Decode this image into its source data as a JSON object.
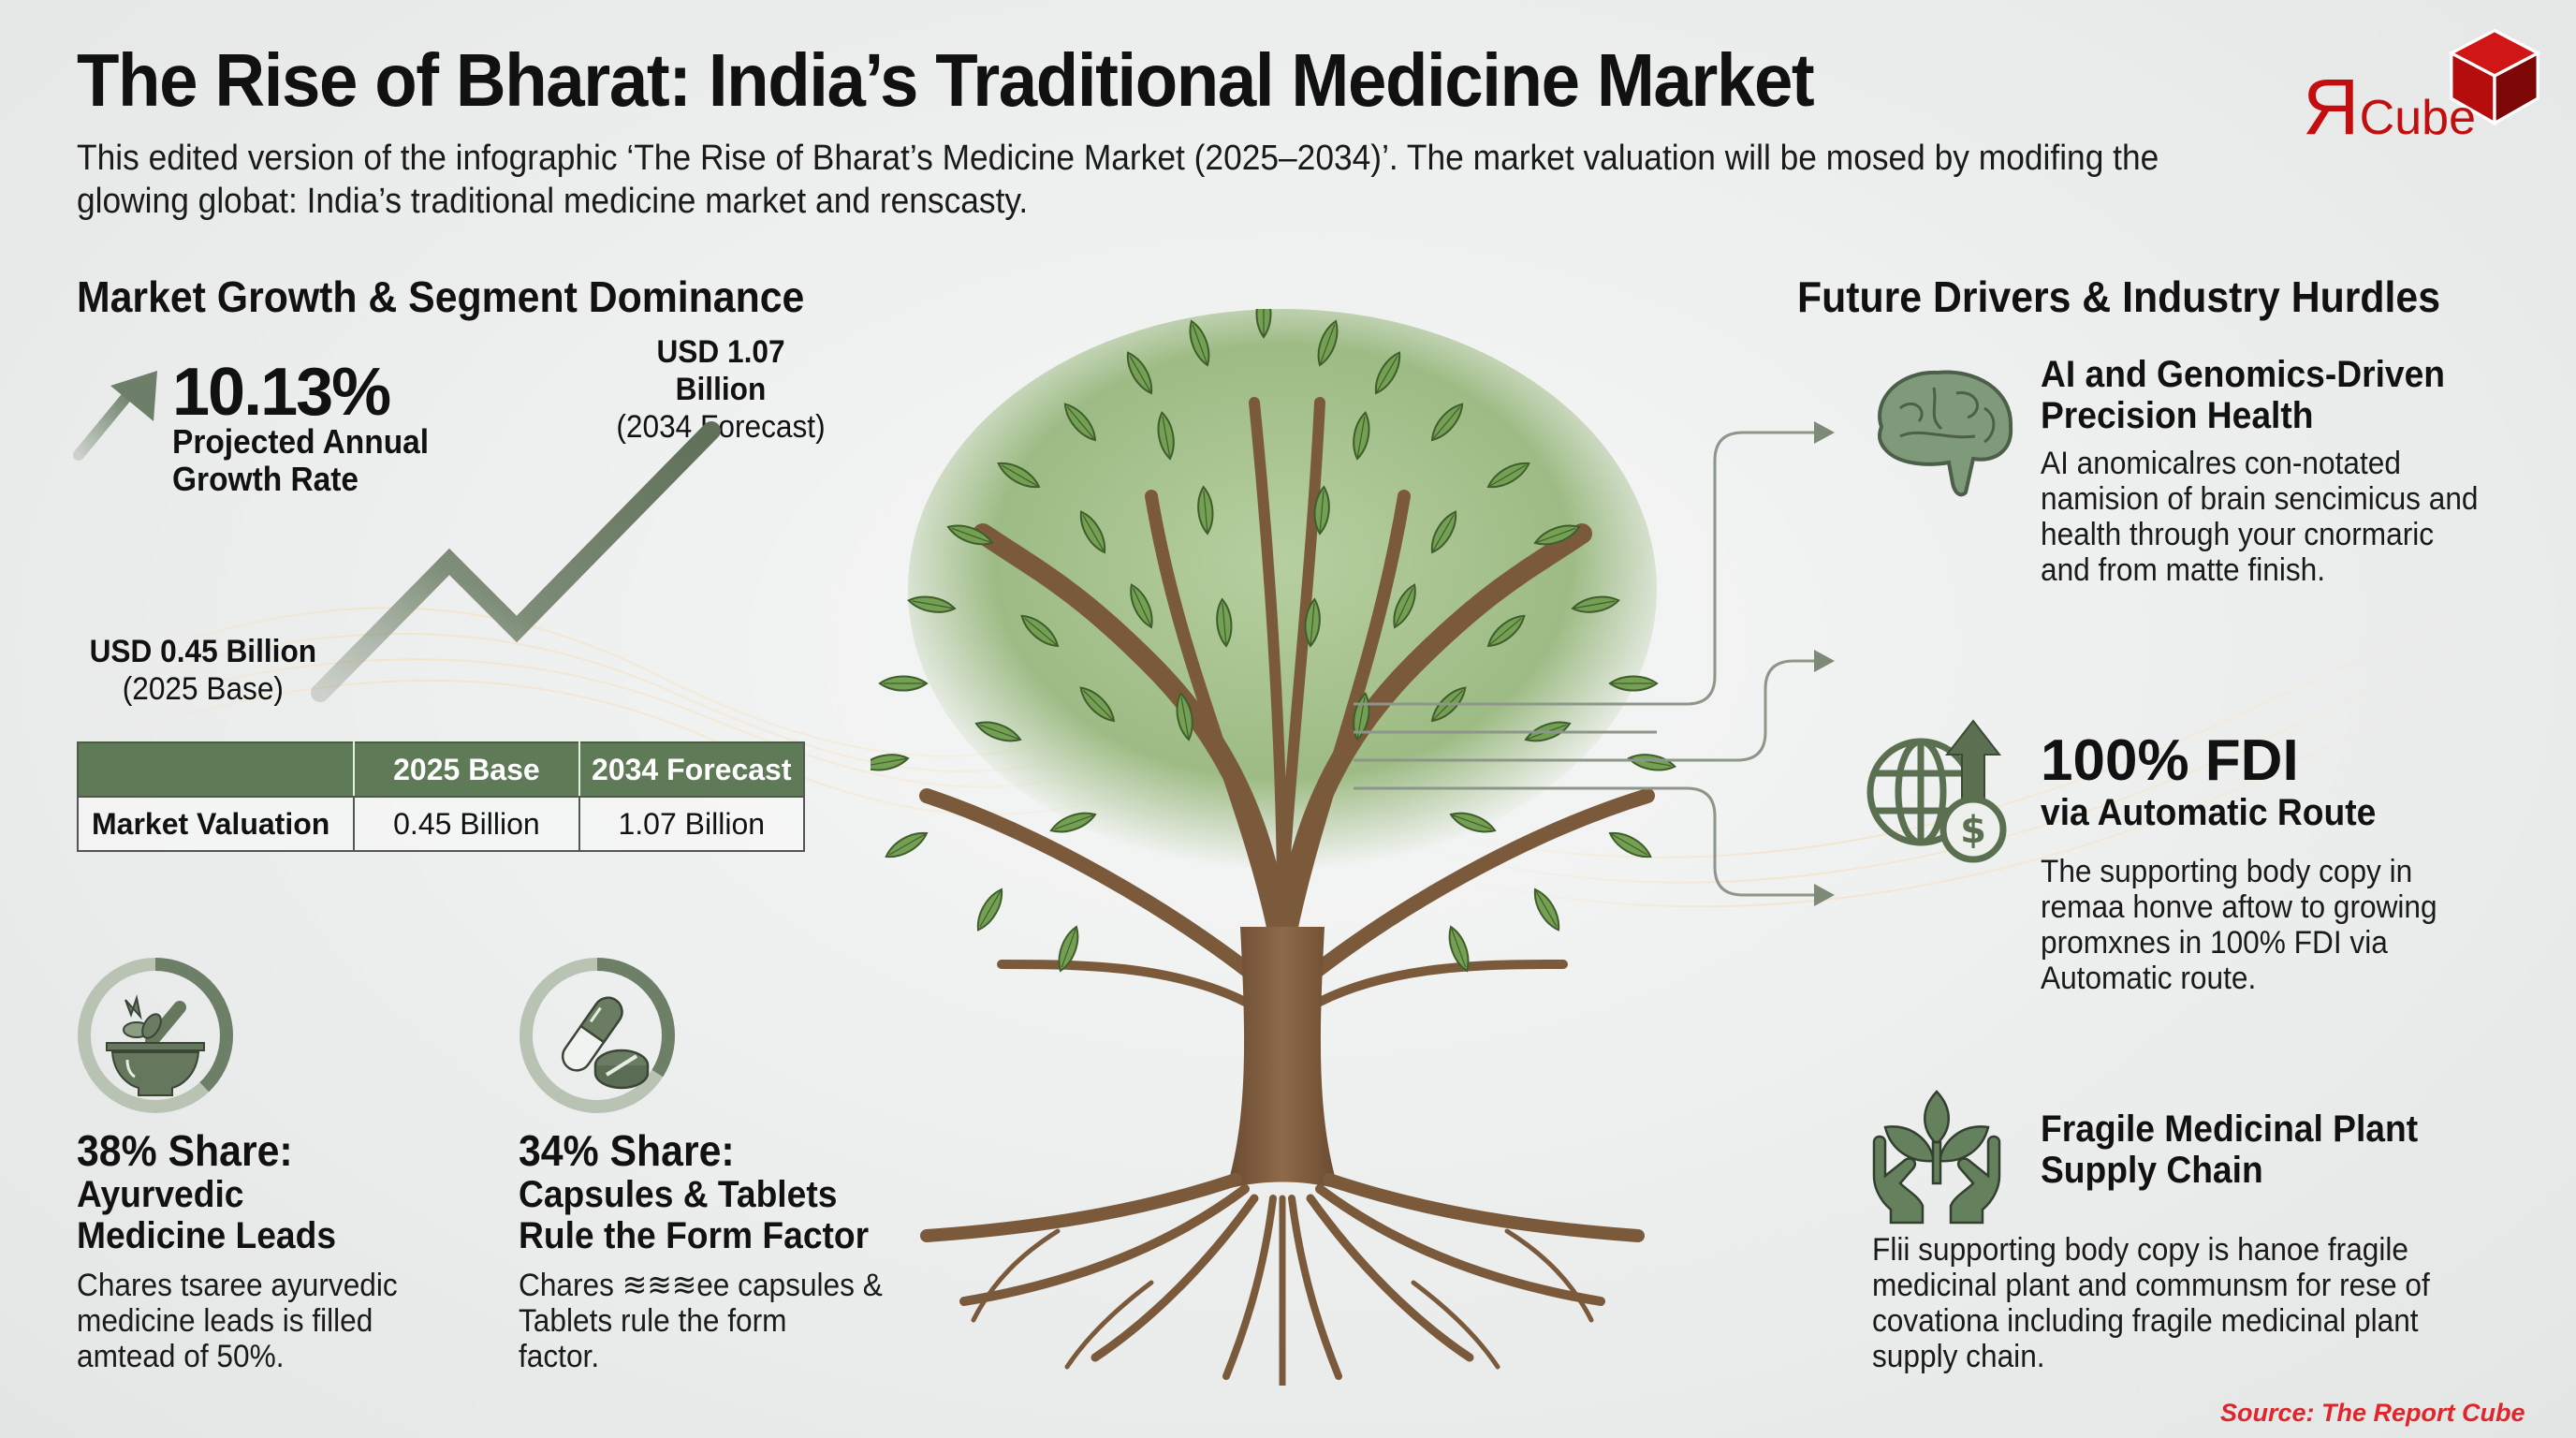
{
  "header": {
    "title": "The Rise of Bharat: India’s Traditional Medicine Market",
    "subtitle": "This edited version of the infographic ‘The Rise of Bharat’s Medicine Market (2025–2034)’. The market valuation will be mosed by modifing the glowing globat: India’s traditional medicine market and renscasty."
  },
  "logo": {
    "mark": "R",
    "word": "Cube",
    "icon": "red-cube-icon",
    "color": "#c20e0e"
  },
  "colors": {
    "accent_green": "#5f7a57",
    "ring_light": "#b8c2b3",
    "brand_red": "#c20e0e",
    "source_red": "#e0262b",
    "trunk_brown": "#7b5a3c",
    "leaf_green": "#6f9a50"
  },
  "left": {
    "heading": "Market Growth & Segment Dominance",
    "cagr": {
      "value": "10.13%",
      "label_line1": "Projected Annual",
      "label_line2": "Growth Rate",
      "icon": "trend-arrow-up-icon"
    },
    "forecast": {
      "value": "USD 1.07 Billion",
      "note": "(2034 Forecast)"
    },
    "base": {
      "value": "USD 0.45 Billion",
      "note": "(2025 Base)"
    },
    "table": {
      "headers": [
        "",
        "2025 Base",
        "2034 Forecast"
      ],
      "rows": [
        {
          "label": "Market Valuation",
          "values": [
            "0.45 Billion",
            "1.07 Billion"
          ]
        }
      ]
    },
    "segments": [
      {
        "icon": "mortar-pestle-herbs-icon",
        "share": "38% Share:",
        "sub1": "Ayurvedic",
        "sub2": "Medicine Leads",
        "body": [
          "Chares tsaree ayurvedic",
          "medicine leads is filled",
          "amtead of 50%."
        ],
        "ring_pct": 38
      },
      {
        "icon": "capsule-tablet-icon",
        "share": "34% Share:",
        "sub1": "Capsules & Tablets",
        "sub2": "Rule the Form Factor",
        "body": [
          "Chares ≋≋≋ee capsules &",
          "Tablets rule the form",
          "factor."
        ],
        "ring_pct": 34
      }
    ]
  },
  "right": {
    "heading": "Future Drivers & Industry Hurdles",
    "drivers": [
      {
        "icon": "brain-icon",
        "title1": "AI and Genomics-Driven",
        "title2": "Precision Health",
        "body": [
          "AI anomicalres con-notated",
          "namision of brain sencimicus and",
          "health through your cnormaric",
          "and from  matte finish."
        ]
      },
      {
        "icon": "globe-dollar-growth-icon",
        "title_big": "100% FDI",
        "title2": "via Automatic Route",
        "body": [
          "The supporting body copy in",
          "remaa honve aftow to growing",
          "promxnes in 100% FDI via",
          "Automatic route."
        ]
      },
      {
        "icon": "hands-plant-icon",
        "title1": "Fragile Medicinal Plant",
        "title2": "Supply Chain",
        "body": [
          "Flii supporting body copy is hanoe fragile",
          "medicinal plant and communsm for rese of",
          "covationa including fragile medicinal plant",
          "supply chain."
        ]
      }
    ]
  },
  "center": {
    "illustration": "tree-with-roots-illustration"
  },
  "footer": {
    "source": "Source: The Report Cube"
  },
  "chart_data": {
    "type": "line",
    "title": "Market Growth",
    "x": [
      "2025",
      "2034"
    ],
    "series": [
      {
        "name": "Market Valuation (USD Billion)",
        "values": [
          0.45,
          1.07
        ]
      }
    ],
    "cagr_pct": 10.13,
    "shares": [
      {
        "segment": "Ayurvedic Medicine",
        "pct": 38
      },
      {
        "segment": "Capsules & Tablets",
        "pct": 34
      }
    ]
  }
}
